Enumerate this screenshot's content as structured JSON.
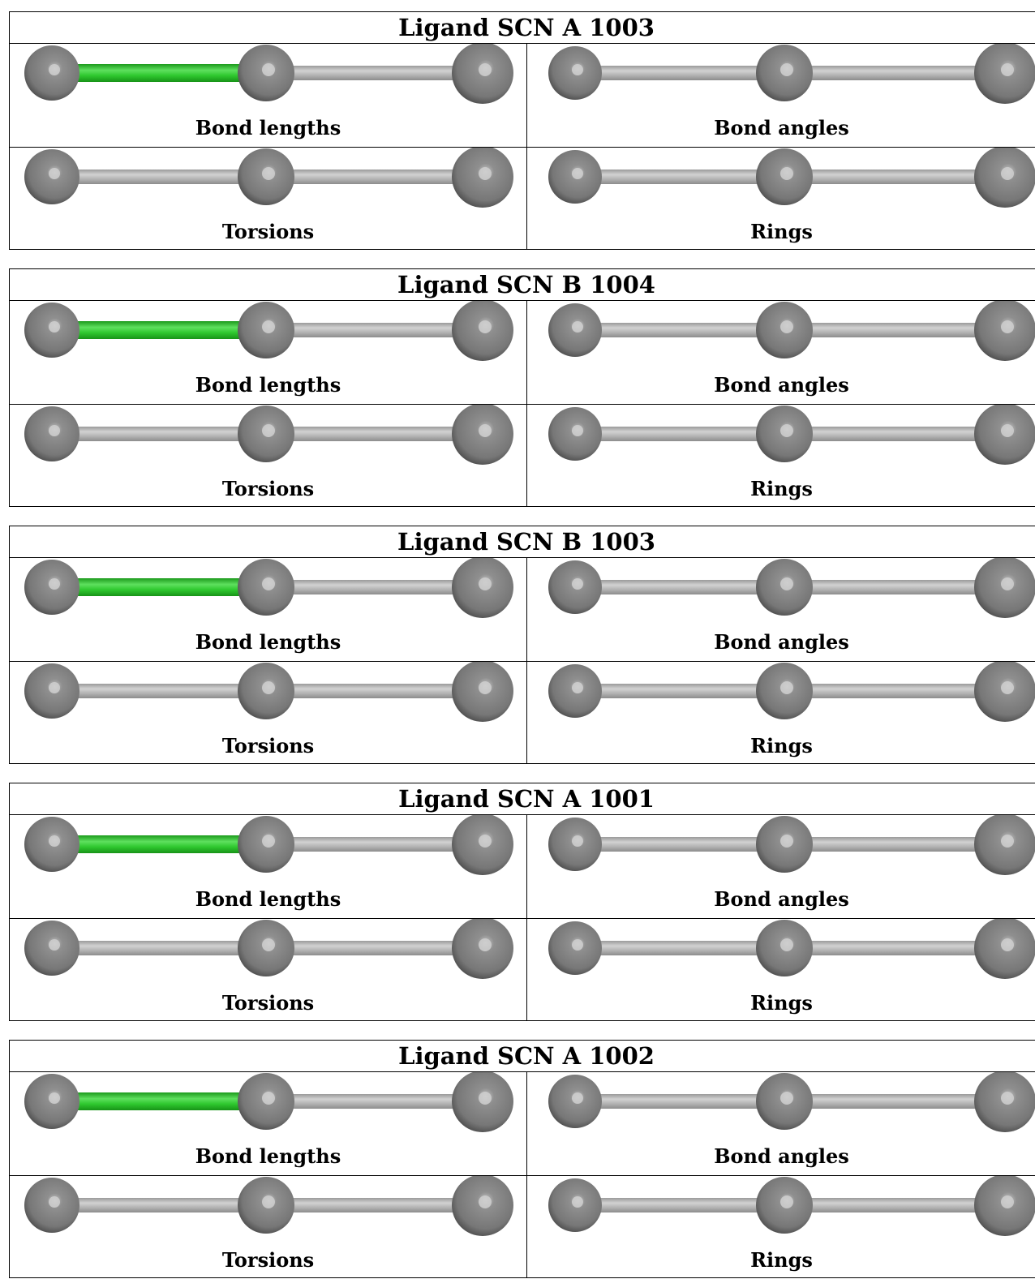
{
  "blocks": [
    {
      "title": "Ligand SCN A 1003",
      "cells": [
        {
          "label": "Bond lengths",
          "highlight": true
        },
        {
          "label": "Bond angles",
          "highlight": false
        },
        {
          "label": "Torsions",
          "highlight": false
        },
        {
          "label": "Rings",
          "highlight": false
        }
      ]
    },
    {
      "title": "Ligand SCN B 1004",
      "cells": [
        {
          "label": "Bond lengths",
          "highlight": true
        },
        {
          "label": "Bond angles",
          "highlight": false
        },
        {
          "label": "Torsions",
          "highlight": false
        },
        {
          "label": "Rings",
          "highlight": false
        }
      ]
    },
    {
      "title": "Ligand SCN B 1003",
      "cells": [
        {
          "label": "Bond lengths",
          "highlight": true
        },
        {
          "label": "Bond angles",
          "highlight": false
        },
        {
          "label": "Torsions",
          "highlight": false
        },
        {
          "label": "Rings",
          "highlight": false
        }
      ]
    },
    {
      "title": "Ligand SCN A 1001",
      "cells": [
        {
          "label": "Bond lengths",
          "highlight": true
        },
        {
          "label": "Bond angles",
          "highlight": false
        },
        {
          "label": "Torsions",
          "highlight": false
        },
        {
          "label": "Rings",
          "highlight": false
        }
      ]
    },
    {
      "title": "Ligand SCN A 1002",
      "cells": [
        {
          "label": "Bond lengths",
          "highlight": true
        },
        {
          "label": "Bond angles",
          "highlight": false
        },
        {
          "label": "Torsions",
          "highlight": false
        },
        {
          "label": "Rings",
          "highlight": false
        }
      ]
    }
  ],
  "colors": {
    "highlight_bond": "#2ec72e",
    "bond": "#b4b4b4",
    "atom": "#777777",
    "border": "#000000"
  }
}
